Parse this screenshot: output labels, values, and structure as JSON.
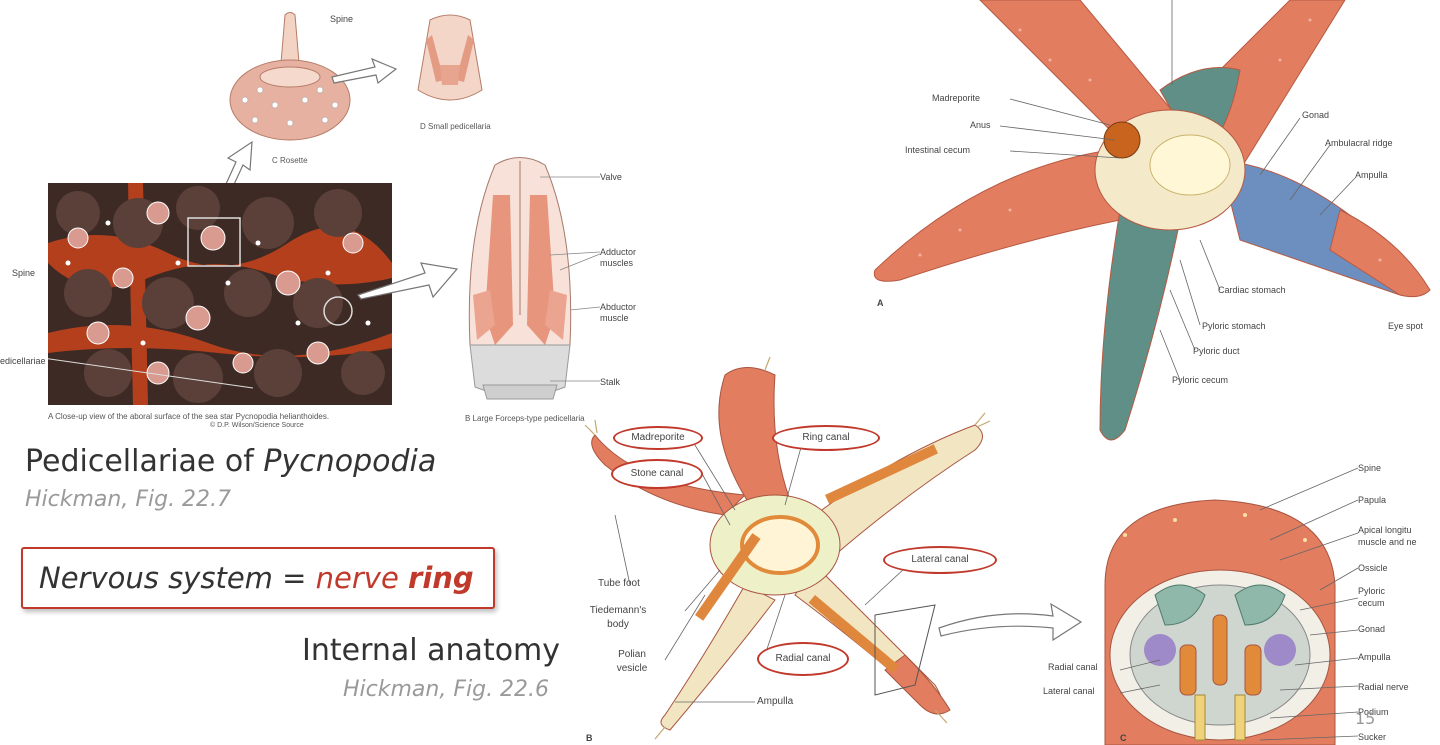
{
  "left": {
    "labels": {
      "spine_top": "Spine",
      "spine_left": "Spine",
      "pedicellariae_left": "edicellariae",
      "valve": "Valve",
      "adductor": "Adductor muscles",
      "abductor": "Abductor muscle",
      "stalk": "Stalk"
    },
    "captions": {
      "c": "C  Rosette",
      "d": "D  Small pedicellaria",
      "a": "A  Close-up view of the aboral surface of the sea star Pycnopodia helianthoides.",
      "a_credit": "© D.P. Wilson/Science Source",
      "b": "B  Large Forceps-type pedicellaria"
    },
    "title_main": "Pedicellariae of ",
    "title_italic": "Pycnopodia",
    "ref": "Hickman, Fig. 22.7",
    "box_prefix": "Nervous system = ",
    "box_nerve": "nerve",
    "box_ring": "ring",
    "subtitle": "Internal anatomy",
    "subref": "Hickman, Fig. 22.6"
  },
  "right_a": {
    "labels": {
      "madreporite": "Madreporite",
      "anus": "Anus",
      "intestinal": "Intestinal cecum",
      "gonad": "Gonad",
      "ambulacral": "Ambulacral ridge",
      "ampulla": "Ampulla",
      "cardiac": "Cardiac stomach",
      "pyloric_stomach": "Pyloric stomach",
      "pyloric_duct": "Pyloric duct",
      "pyloric_cecum": "Pyloric cecum",
      "eye_spot": "Eye spot"
    },
    "figure_letter": "A"
  },
  "right_b": {
    "ovals": {
      "madreporite": "Madreporite",
      "ring": "Ring canal",
      "stone": "Stone canal",
      "lateral": "Lateral canal",
      "radial": "Radial canal"
    },
    "labels": {
      "tube_foot": "Tube foot",
      "tiedemann": "Tiedemann's body",
      "polian": "Polian vesicle",
      "ampulla": "Ampulla"
    },
    "figure_letter": "B"
  },
  "right_c": {
    "labels": {
      "spine": "Spine",
      "papula": "Papula",
      "apical": "Apical longitu muscle and ne",
      "ossicle": "Ossicle",
      "pyloric": "Pyloric cecum",
      "gonad": "Gonad",
      "ampulla": "Ampulla",
      "radial_nerve": "Radial nerve",
      "podium": "Podium",
      "sucker": "Sucker",
      "radial_canal": "Radial canal",
      "lateral_canal": "Lateral canal"
    },
    "figure_letter": "C"
  },
  "page_number": "15",
  "colors": {
    "accent_red": "#c0392b",
    "arm_orange": "#e27d60",
    "teal": "#5f8f86",
    "blue_gonad": "#6d8fbf"
  }
}
